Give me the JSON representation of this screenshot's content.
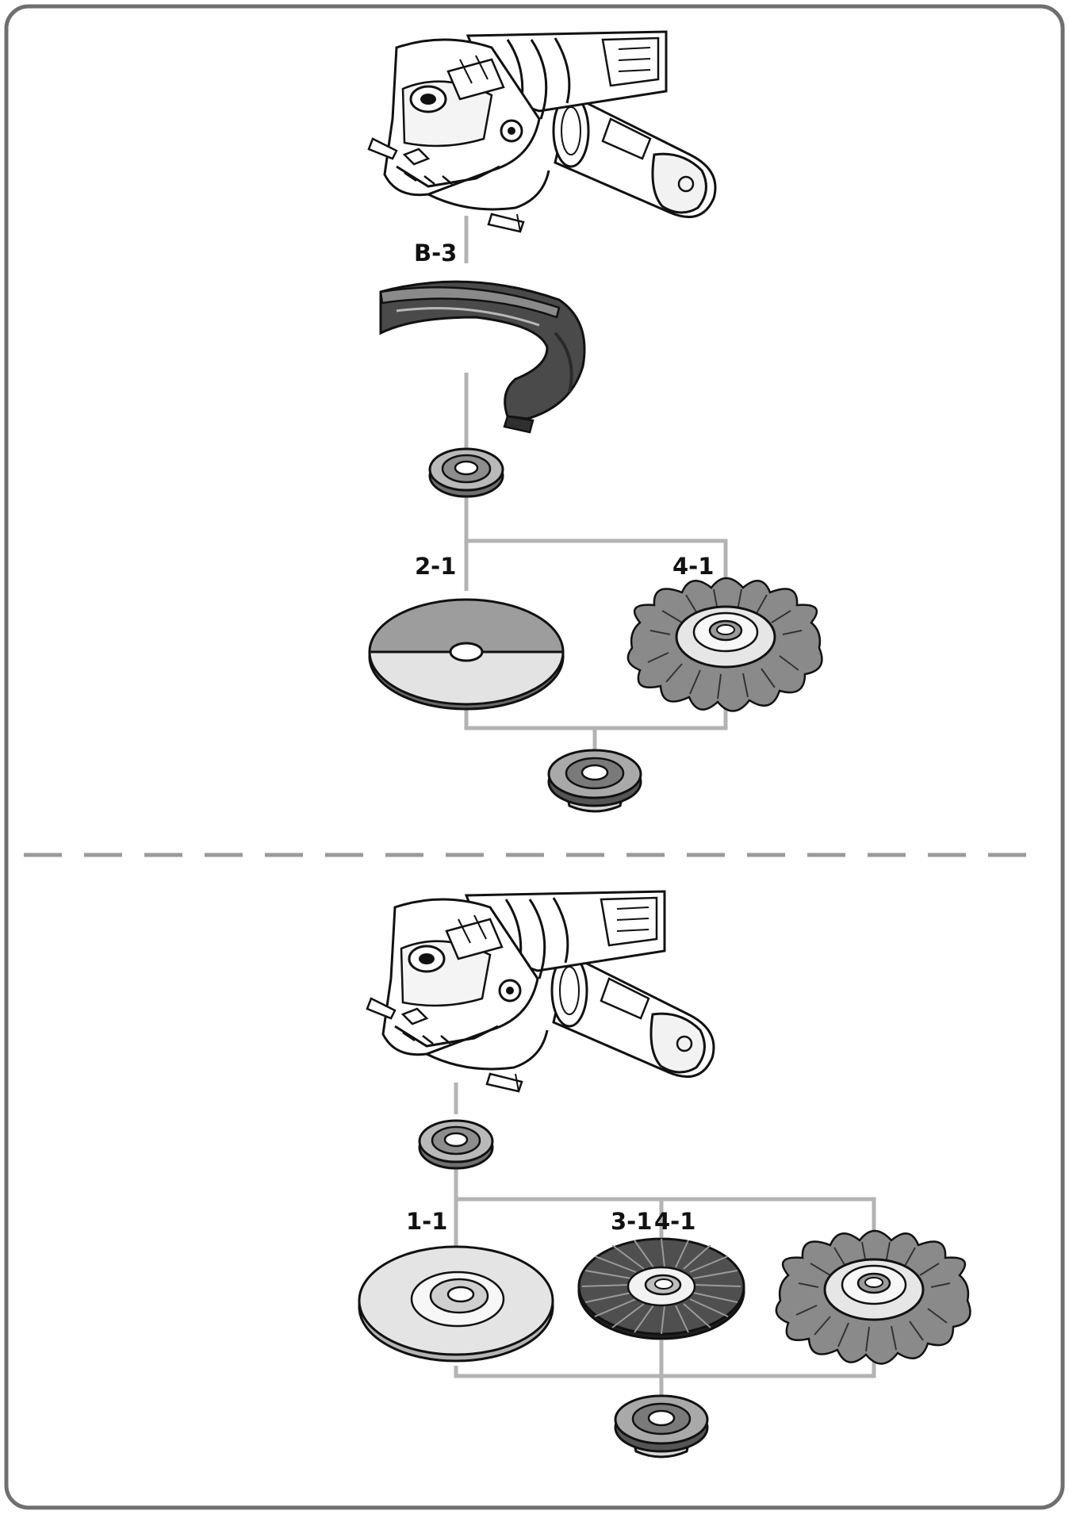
{
  "colors": {
    "frame": "#6f6f6f",
    "dashed_divider": "#9a9a9a",
    "connector": "#b3b3b3",
    "ink": "#111111",
    "dark_part": "#4a4a4a",
    "mid_grey": "#9a9a9a",
    "light_grey": "#dcdcdc"
  },
  "labels": {
    "guard": "B-3",
    "top_cut_disc": "2-1",
    "top_wire_brush": "4-1",
    "bottom_grinding_disc": "1-1",
    "bottom_flap_disc": "3-1",
    "bottom_wire_brush": "4-1"
  },
  "icons": {
    "tool": "angle-grinder-icon",
    "guard": "wheel-guard-icon",
    "inner_flange": "inner-flange-icon",
    "outer_nut": "clamping-nut-icon",
    "cut_disc": "cutting-disc-icon",
    "grinding_disc": "grinding-disc-icon",
    "flap_disc": "flap-disc-icon",
    "wire_brush": "wire-brush-icon"
  }
}
